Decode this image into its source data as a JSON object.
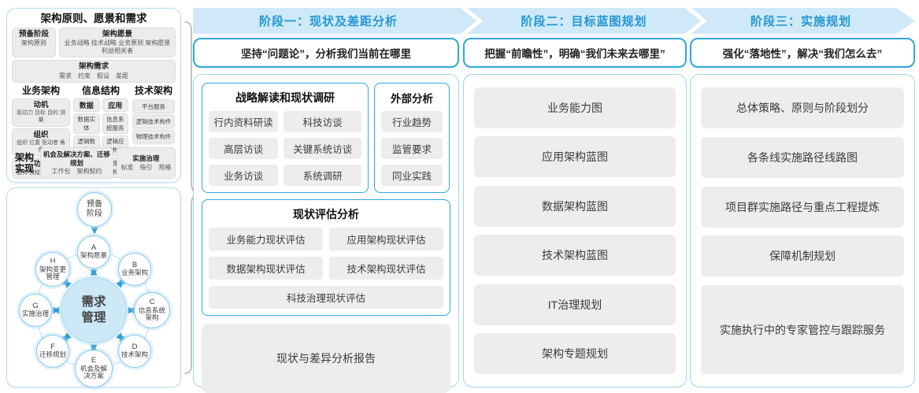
{
  "colors": {
    "accent": "#2496d3",
    "band_fill": "#cfe9f8",
    "box_gray": "#ededed",
    "border_blue": "#2fa8de"
  },
  "left": {
    "top_panel": {
      "title": "架构原则、愿景和需求",
      "prep_title": "预备阶段",
      "prep_sub": "架构原则",
      "vision_title": "架构愿景",
      "vision_sub": "业务战略 技术战略 业务原则 架构愿景 利益相关者",
      "req_title": "架构需求",
      "req_sub": "需求　约束　假设　差距",
      "business_title": "业务架构",
      "business_items": [
        {
          "title": "动机",
          "sub": "驱动力 目标 目的 测量"
        },
        {
          "title": "组织",
          "sub": "组织 位置 驱动者 角色"
        },
        {
          "title": "功能",
          "sub": "服务 流程 控制 功能"
        }
      ],
      "info_title": "信息结构",
      "data_title": "数据",
      "data_items": [
        "数据实体",
        "逻辑数据构件",
        "物理数据构件"
      ],
      "app_title": "应用",
      "app_items": [
        "信息系统服务",
        "逻辑应用构件",
        "物理应用构件"
      ],
      "tech_title": "技术架构",
      "tech_items": [
        "平台服务",
        "逻辑技术构件",
        "物理技术构件"
      ],
      "impl_label": "架构实现",
      "opp_title": "机会及解决方案、迁移规划",
      "opp_sub": "工作包　架构契约",
      "gov_title": "实施治理",
      "gov_sub": "标准　指引　规格"
    },
    "adm": {
      "prep": "预备阶段",
      "center": "需求管理",
      "nodes": [
        {
          "id": "A",
          "label": "架构愿景"
        },
        {
          "id": "B",
          "label": "业务架构"
        },
        {
          "id": "C",
          "label": "信息系统架构"
        },
        {
          "id": "D",
          "label": "技术架构"
        },
        {
          "id": "E",
          "label": "机会及解决方案"
        },
        {
          "id": "F",
          "label": "迁移规划"
        },
        {
          "id": "G",
          "label": "实施治理"
        },
        {
          "id": "H",
          "label": "架构变更管理"
        }
      ]
    }
  },
  "phases": [
    {
      "band": "阶段一：现状及差距分析",
      "subtitle": "坚持“问题论”，分析我们当前在哪里",
      "strategy_title": "战略解读和现状调研",
      "strategy_items": [
        "行内资料研读",
        "科技访谈",
        "高层访谈",
        "关键系统访谈",
        "业务访谈",
        "系统调研"
      ],
      "external_title": "外部分析",
      "external_items": [
        "行业趋势",
        "监管要求",
        "同业实践"
      ],
      "assess_title": "现状评估分析",
      "assess_items": [
        "业务能力现状评估",
        "应用架构现状评估",
        "数据架构现状评估",
        "技术架构现状评估",
        "科技治理现状评估"
      ],
      "report": "现状与差异分析报告"
    },
    {
      "band": "阶段二：目标蓝图规划",
      "subtitle": "把握“前瞻性”，明确“我们未来去哪里”",
      "items": [
        "业务能力图",
        "应用架构蓝图",
        "数据架构蓝图",
        "技术架构蓝图",
        "IT治理规划",
        "架构专题规划"
      ]
    },
    {
      "band": "阶段三：实施规划",
      "subtitle": "强化“落地性”，解决“我们怎么去”",
      "items": [
        "总体策略、原则与阶段划分",
        "各条线实施路径线路图",
        "项目群实施路径与重点工程提炼",
        "保障机制规划",
        "实施执行中的专家管控与跟踪服务"
      ]
    }
  ]
}
